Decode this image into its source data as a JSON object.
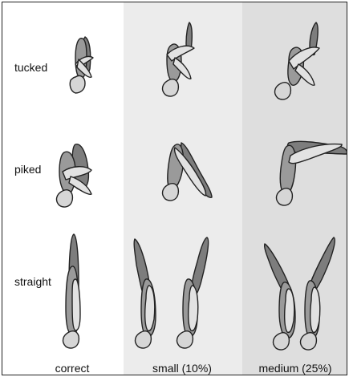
{
  "rows": {
    "tucked": "tucked",
    "piked": "piked",
    "straight": "straight"
  },
  "columns": {
    "correct": "correct",
    "small": "small (10%)",
    "medium": "medium (25%)"
  }
}
